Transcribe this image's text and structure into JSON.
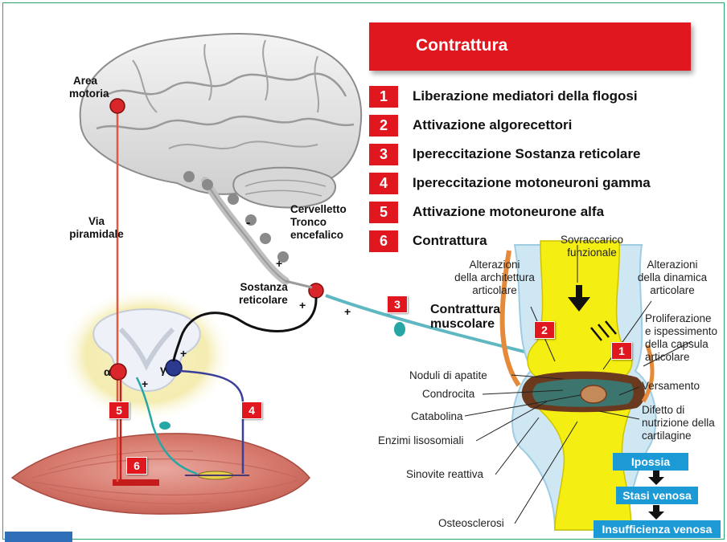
{
  "title": "Contrattura",
  "steps": [
    {
      "num": "1",
      "label": "Liberazione mediatori della flogosi"
    },
    {
      "num": "2",
      "label": "Attivazione algorecettori"
    },
    {
      "num": "3",
      "label": "Ipereccitazione Sostanza reticolare"
    },
    {
      "num": "4",
      "label": "Ipereccitazione motoneuroni gamma"
    },
    {
      "num": "5",
      "label": "Attivazione motoneurone alfa"
    },
    {
      "num": "6",
      "label": "Contrattura"
    }
  ],
  "brain_labels": {
    "area_motoria_1": "Area",
    "area_motoria_2": "motoria",
    "via_piramidale_1": "Via",
    "via_piramidale_2": "piramidale",
    "cervelletto": "Cervelletto",
    "tronco": "Tronco",
    "encefalico": "encefalico",
    "sostanza_1": "Sostanza",
    "sostanza_2": "reticolare",
    "minus": "-",
    "plus": "+",
    "alpha": "α",
    "gamma": "γ"
  },
  "contrattura_muscolare_1": "Contrattura",
  "contrattura_muscolare_2": "muscolare",
  "joint_labels": {
    "sovraccarico_1": "Sovraccarico",
    "sovraccarico_2": "funzionale",
    "arch_1": "Alterazioni",
    "arch_2": "della architettura",
    "arch_3": "articolare",
    "din_1": "Alterazioni",
    "din_2": "della dinamica",
    "din_3": "articolare",
    "prolif_1": "Proliferazione",
    "prolif_2": "e ispessimento",
    "prolif_3": "della capsula",
    "prolif_4": "articolare",
    "noduli": "Noduli di apatite",
    "condrocita": "Condrocita",
    "catabolina": "Catabolina",
    "enzimi": "Enzimi lisosomiali",
    "sinovite": "Sinovite reattiva",
    "osteosclerosi": "Osteosclerosi",
    "versamento": "Versamento",
    "difetto_1": "Difetto di",
    "difetto_2": "nutrizione della",
    "difetto_3": "cartilagine"
  },
  "flow": [
    "Ipossia",
    "Stasi venosa",
    "Insufficienza venosa"
  ],
  "colors": {
    "accent_red": "#e1171f",
    "flow_blue": "#1b9ad6",
    "joint_yellow": "#f5ee12",
    "frame_green": "#2aa46a"
  }
}
